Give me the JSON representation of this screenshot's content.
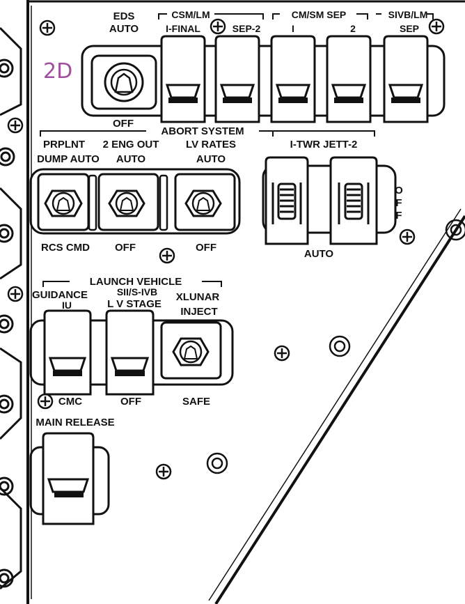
{
  "panel_id": "2D",
  "colors": {
    "ink": "#111111",
    "paper": "#ffffff",
    "tag": "#a0509e"
  },
  "labels": {
    "eds_title1": "EDS",
    "eds_title2": "AUTO",
    "eds_off": "OFF",
    "csm_lm": "CSM/LM",
    "i_final": "I-FINAL",
    "sep_2": "SEP-2",
    "cm_sm_sep": "CM/SM SEP",
    "cm_sm_1": "I",
    "cm_sm_2": "2",
    "sivb_lm": "SIVB/LM",
    "sivb_sep": "SEP",
    "abort_system": "ABORT SYSTEM",
    "prplnt": "PRPLNT",
    "dump_auto": "DUMP AUTO",
    "two_eng_out": "2 ENG OUT",
    "two_eng_auto": "AUTO",
    "lv_rates": "LV RATES",
    "lv_rates_auto": "AUTO",
    "twr_jett": "I-TWR JETT-2",
    "rcs_cmd": "RCS CMD",
    "eng_off": "OFF",
    "rates_off": "OFF",
    "twr_auto": "AUTO",
    "twr_off_o": "O",
    "twr_off_f1": "F",
    "twr_off_f2": "F",
    "launch_vehicle": "LAUNCH VEHICLE",
    "guidance": "GUIDANCE",
    "guidance_iu": "IU",
    "sii_sivb": "SII/S-IVB",
    "lv_stage": "L V STAGE",
    "xlunar": "XLUNAR",
    "inject": "INJECT",
    "cmc": "CMC",
    "stage_off": "OFF",
    "safe": "SAFE",
    "main_release": "MAIN RELEASE"
  }
}
